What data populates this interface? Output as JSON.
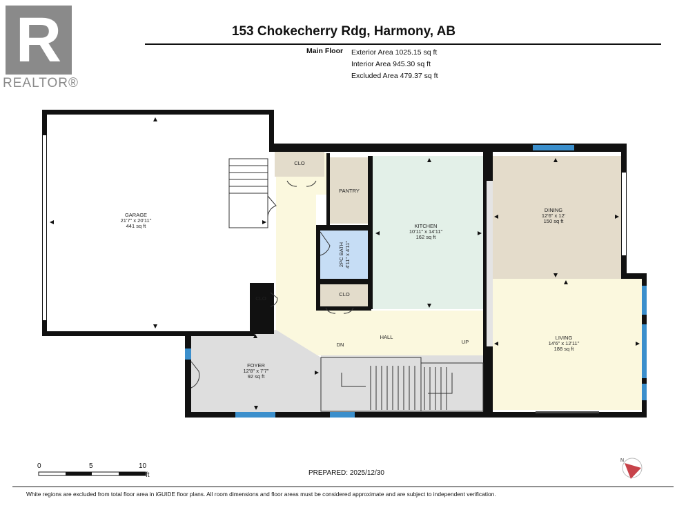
{
  "logo": {
    "letter": "R",
    "word": "REALTOR®"
  },
  "title": "153 Chokecherry Rdg, Harmony, AB",
  "floor": {
    "label": "Main Floor",
    "exterior": "Exterior Area 1025.15 sq ft",
    "interior": "Interior Area 945.30 sq ft",
    "excluded": "Excluded Area 479.37 sq ft"
  },
  "rooms": {
    "garage": {
      "name": "GARAGE",
      "dims": "21'7\" x 20'11\"",
      "area": "441 sq ft"
    },
    "kitchen": {
      "name": "KITCHEN",
      "dims": "10'11\" x 14'11\"",
      "area": "162 sq ft"
    },
    "dining": {
      "name": "DINING",
      "dims": "12'6\" x 12'",
      "area": "150 sq ft"
    },
    "living": {
      "name": "LIVING",
      "dims": "14'6\" x 12'11\"",
      "area": "188 sq ft"
    },
    "foyer": {
      "name": "FOYER",
      "dims": "12'8\" x 7'7\"",
      "area": "92 sq ft"
    },
    "bath": {
      "name": "2PC BATH",
      "dims": "4'11\" x 4'11\""
    },
    "pantry": "PANTRY",
    "clo": "CLO",
    "hall": "HALL",
    "dn": "DN",
    "up": "UP"
  },
  "scale": {
    "marks": [
      "0",
      "5",
      "10"
    ],
    "unit": "ft"
  },
  "compass": {
    "north": "N"
  },
  "prepared": "PREPARED: 2025/12/30",
  "disclaimer": "White regions are excluded from total floor area in iGUIDE floor plans. All room dimensions and floor areas must be considered approximate and are subject to independent verification.",
  "colors": {
    "wall": "#111111",
    "garage": "#ffffff",
    "kitchen": "#e3f0e8",
    "dining": "#e4dccb",
    "living": "#fbf8de",
    "hall": "#fbf8de",
    "foyer": "#dedede",
    "bath": "#c6ddf5",
    "storage": "#e3dccb",
    "window": "#3b8fcc"
  }
}
